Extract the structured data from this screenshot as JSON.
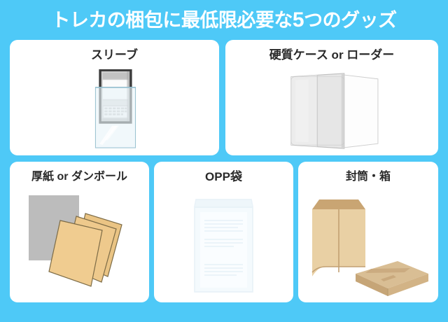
{
  "meta": {
    "background_color": "#4ec9f7",
    "card_color": "#ffffff",
    "title_text_color": "#ffffff",
    "card_title_color": "#2a2a2a"
  },
  "header": {
    "title_full": "トレカの梱包に最低限必要な5つのグッズ",
    "title_part_1": "トレカの梱包に最低限必要な",
    "title_number": "5",
    "title_part_2": "つのグッズ"
  },
  "cards": [
    {
      "id": "sleeve",
      "title": "スリーブ",
      "illustration": "trading-card-in-clear-sleeve",
      "colors": {
        "card_border": "#3b3b3b",
        "card_fill": "#d7d7d7",
        "sleeve": "#dbe9ef"
      }
    },
    {
      "id": "hard-case-or-loader",
      "title": "硬質ケース or ローダー",
      "illustration": "clear-rigid-toploader-case",
      "colors": {
        "case_fill": "#e2e2e2",
        "back_panel": "#fdfdfd",
        "outline": "#b8b8b8"
      }
    },
    {
      "id": "thick-paper-or-cardboard",
      "title": "厚紙 or ダンボール",
      "illustration": "gray-board-and-fanned-kraft-sheets",
      "colors": {
        "gray_board": "#b9b9b9",
        "kraft_sheet": "#eec584",
        "outline": "#7a6a45"
      }
    },
    {
      "id": "opp-bag",
      "title": "OPP袋",
      "illustration": "translucent-opp-bag-with-paper",
      "colors": {
        "bag_fill": "#f3f9fc",
        "bag_outline": "#e4eef4",
        "lines": "#dceaf3"
      }
    },
    {
      "id": "envelope-and-box",
      "title": "封筒・箱",
      "illustration": "kraft-envelope-and-flat-cardboard-box",
      "colors": {
        "envelope": "#e8cfa2",
        "envelope_flap": "#c8a472",
        "box_top": "#d8bd93",
        "box_side": "#c3a373"
      }
    }
  ]
}
